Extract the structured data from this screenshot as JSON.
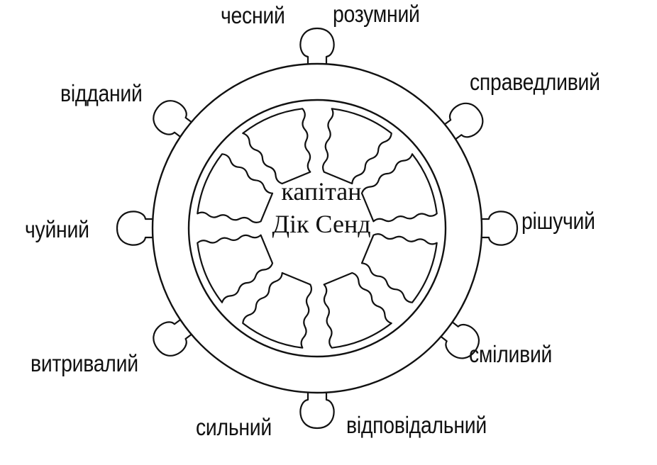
{
  "center": {
    "title": "капітан",
    "name": "Дік Сенд"
  },
  "traits": {
    "honest": "чесний",
    "smart": "розумний",
    "fair": "справедливий",
    "decisive": "рішучий",
    "brave": "сміливий",
    "responsible": "відповідальний",
    "strong": "сильний",
    "enduring": "витривалий",
    "sensitive": "чуйний",
    "devoted": "відданий"
  }
}
